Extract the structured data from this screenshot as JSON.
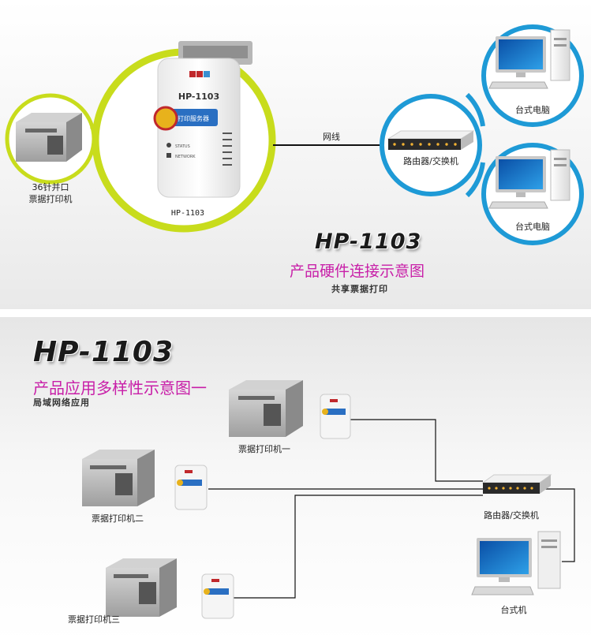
{
  "top_panel": {
    "title": "HP-1103",
    "subtitle": "产品硬件连接示意图",
    "caption": "共享票据打印",
    "printer_label_line1": "36针并口",
    "printer_label_line2": "票据打印机",
    "device_caption": "HP-1103",
    "device_model_text": "HP-1103",
    "device_badge_text": "打印服务器",
    "device_status_text": "STATUS",
    "device_network_text": "NETWORK",
    "link_label": "网线",
    "router_label": "路由器/交换机",
    "pc_label_1": "台式电脑",
    "pc_label_2": "台式电脑",
    "colors": {
      "ring_green": "#c8dc1c",
      "ring_blue": "#1e9ad6",
      "accent_magenta": "#c81fa8"
    }
  },
  "bottom_panel": {
    "title": "HP-1103",
    "subtitle": "产品应用多样性示意图一",
    "caption": "局域网络应用",
    "printer_1_label": "票据打印机一",
    "printer_2_label": "票据打印机二",
    "printer_3_label": "票据打印机三",
    "router_label": "路由器/交换机",
    "pc_label": "台式机"
  }
}
